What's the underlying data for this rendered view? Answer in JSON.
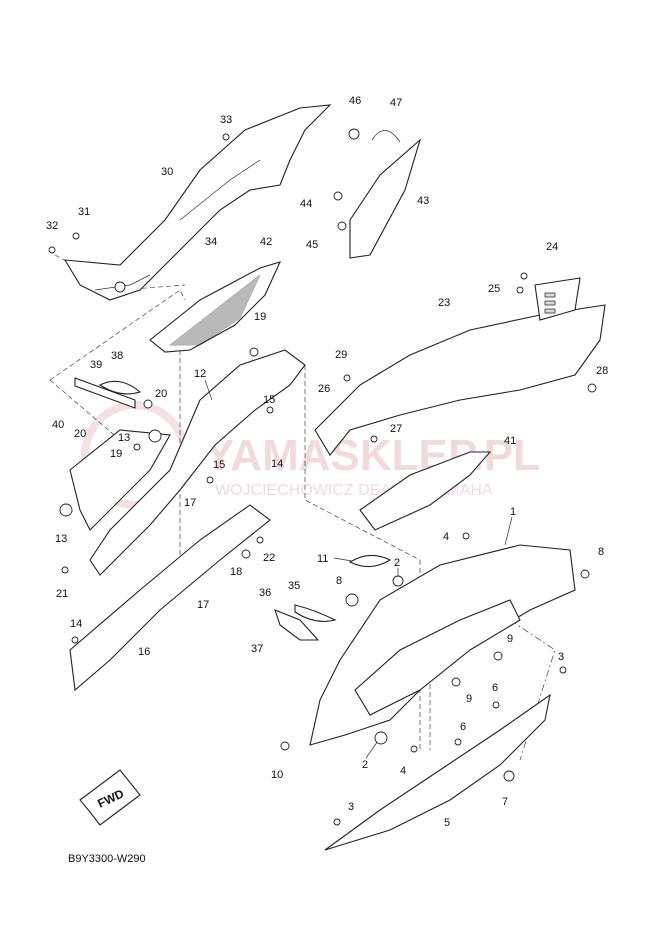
{
  "diagram": {
    "reference_code": "B9Y3300-W290",
    "direction_label": "FWD",
    "watermark": {
      "title": "YAMASKLEP.PL",
      "subtitle": "WOJCIECHOWICZ DEALER YAMAHA"
    },
    "callouts": [
      "1",
      "2",
      "2",
      "3",
      "3",
      "4",
      "4",
      "5",
      "6",
      "6",
      "7",
      "8",
      "8",
      "9",
      "9",
      "10",
      "11",
      "12",
      "13",
      "13",
      "14",
      "14",
      "15",
      "15",
      "16",
      "17",
      "17",
      "18",
      "19",
      "19",
      "20",
      "20",
      "21",
      "22",
      "23",
      "24",
      "25",
      "26",
      "27",
      "28",
      "29",
      "30",
      "31",
      "32",
      "33",
      "34",
      "35",
      "36",
      "37",
      "38",
      "39",
      "40",
      "41",
      "42",
      "43",
      "44",
      "45",
      "46",
      "47"
    ]
  }
}
